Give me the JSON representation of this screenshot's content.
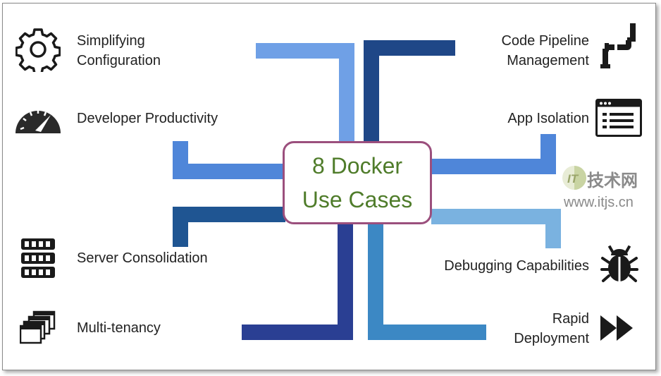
{
  "center": {
    "line1": "8 Docker",
    "line2": "Use Cases"
  },
  "use_cases": {
    "simplifying_configuration": {
      "line1": "Simplifying",
      "line2": "Configuration",
      "icon": "gear-icon"
    },
    "developer_productivity": {
      "line1": "Developer Productivity",
      "icon": "speedometer-icon"
    },
    "server_consolidation": {
      "line1": "Server Consolidation",
      "icon": "server-rack-icon"
    },
    "multi_tenancy": {
      "line1": "Multi-tenancy",
      "icon": "stacked-windows-icon"
    },
    "code_pipeline_management": {
      "line1": "Code Pipeline",
      "line2": "Management",
      "icon": "pipe-icon"
    },
    "app_isolation": {
      "line1": "App Isolation",
      "icon": "app-window-icon"
    },
    "debugging_capabilities": {
      "line1": "Debugging Capabilities",
      "icon": "bug-icon"
    },
    "rapid_deployment": {
      "line1": "Rapid",
      "line2": "Deployment",
      "icon": "fast-forward-icon"
    }
  },
  "watermark": {
    "mark": "IT",
    "chinese": "技术网",
    "url": "www.itjs.cn"
  },
  "colors": {
    "title_text": "#4f7c2a",
    "box_border": "#9b4f7d",
    "pipe_light_blue": "#6fa0e6",
    "pipe_mid_blue": "#4f86d9",
    "pipe_navy": "#1f4787",
    "pipe_dark_blue": "#2a3f93",
    "pipe_steel_blue": "#3c88c4",
    "pipe_sky_blue": "#7ab2e0"
  }
}
